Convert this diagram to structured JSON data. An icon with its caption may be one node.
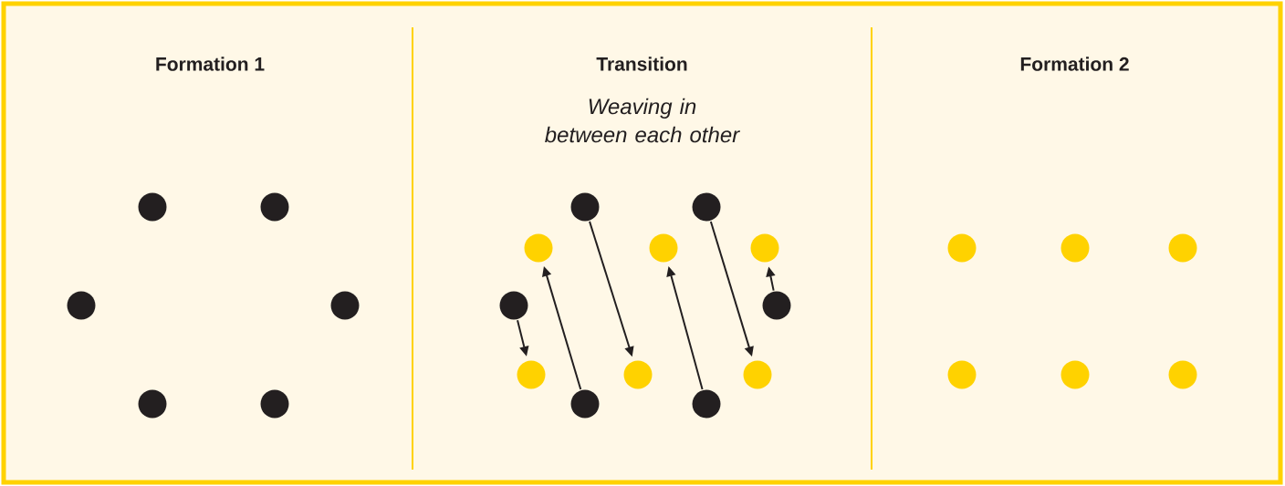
{
  "diagram": {
    "nodes": [
      {
        "text": [
          "Formation 1"
        ]
      },
      {
        "text": [
          "Transition",
          "Weaving in between each other"
        ]
      },
      {
        "text": [
          "Formation 2"
        ]
      },
      {
        "text": [],
        "shape": "circle"
      },
      {
        "text": [],
        "shape": "circle"
      },
      {
        "text": [],
        "shape": "circle"
      },
      {
        "text": [],
        "shape": "circle"
      },
      {
        "text": [],
        "shape": "circle"
      },
      {
        "text": [],
        "shape": "circle"
      },
      {
        "text": [],
        "shape": "circle"
      },
      {
        "text": [],
        "shape": "circle"
      },
      {
        "text": [],
        "shape": "circle"
      },
      {
        "text": [],
        "shape": "circle"
      },
      {
        "text": [],
        "shape": "circle"
      },
      {
        "text": [],
        "shape": "circle"
      },
      {
        "text": [],
        "shape": "circle"
      },
      {
        "text": [],
        "shape": "circle"
      },
      {
        "text": [],
        "shape": "circle"
      },
      {
        "text": [],
        "shape": "circle"
      },
      {
        "text": [],
        "shape": "circle"
      },
      {
        "text": [],
        "shape": "circle"
      },
      {
        "text": [],
        "shape": "circle"
      },
      {
        "text": [],
        "shape": "circle"
      },
      {
        "text": [],
        "shape": "circle"
      },
      {
        "text": [],
        "shape": "circle"
      },
      {
        "text": [],
        "shape": "circle"
      },
      {
        "text": [],
        "shape": "circle"
      }
    ],
    "edges": [
      {
        "from": 9,
        "to": 17,
        "arrow": "to"
      },
      {
        "from": 10,
        "to": 18,
        "arrow": "to"
      },
      {
        "from": 19,
        "to": 11,
        "arrow": "to"
      },
      {
        "from": 20,
        "to": 12,
        "arrow": "to"
      },
      {
        "from": 14,
        "to": 16,
        "arrow": "to"
      },
      {
        "from": 15,
        "to": 13,
        "arrow": "to"
      }
    ]
  }
}
